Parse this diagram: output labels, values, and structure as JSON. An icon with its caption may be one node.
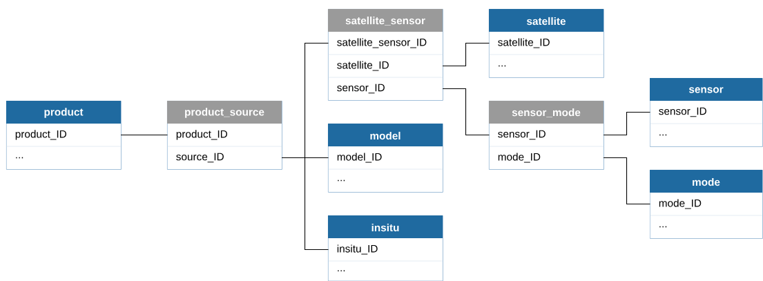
{
  "diagram": {
    "nodes": [
      {
        "text": [
          "product"
        ]
      },
      {
        "text": [
          "product_ID"
        ],
        "in": 0
      },
      {
        "text": [
          "..."
        ],
        "in": 0
      },
      {
        "text": [
          "product_source"
        ]
      },
      {
        "text": [
          "product_ID"
        ],
        "in": 3
      },
      {
        "text": [
          "source_ID"
        ],
        "in": 3
      },
      {
        "text": [
          "satellite_sensor"
        ]
      },
      {
        "text": [
          "satellite_sensor_ID"
        ],
        "in": 6
      },
      {
        "text": [
          "satellite_ID"
        ],
        "in": 6
      },
      {
        "text": [
          "sensor_ID"
        ],
        "in": 6
      },
      {
        "text": [
          "model"
        ]
      },
      {
        "text": [
          "model_ID"
        ],
        "in": 10
      },
      {
        "text": [
          "..."
        ],
        "in": 10
      },
      {
        "text": [
          "insitu"
        ]
      },
      {
        "text": [
          "insitu_ID"
        ],
        "in": 13
      },
      {
        "text": [
          "..."
        ],
        "in": 13
      },
      {
        "text": [
          "satellite"
        ]
      },
      {
        "text": [
          "satellite_ID"
        ],
        "in": 16
      },
      {
        "text": [
          "..."
        ],
        "in": 16
      },
      {
        "text": [
          "sensor_mode"
        ]
      },
      {
        "text": [
          "sensor_ID"
        ],
        "in": 19
      },
      {
        "text": [
          "mode_ID"
        ],
        "in": 19
      },
      {
        "text": [
          "sensor"
        ]
      },
      {
        "text": [
          "sensor_ID"
        ],
        "in": 22
      },
      {
        "text": [
          "..."
        ],
        "in": 22
      },
      {
        "text": [
          "mode"
        ]
      },
      {
        "text": [
          "mode_ID"
        ],
        "in": 25
      },
      {
        "text": [
          "..."
        ],
        "in": 25
      }
    ],
    "edges": [
      {
        "from": 1,
        "to": 4,
        "arrow": "none"
      },
      {
        "from": 5,
        "to": 7,
        "arrow": "none"
      },
      {
        "from": 5,
        "to": 11,
        "arrow": "none"
      },
      {
        "from": 5,
        "to": 14,
        "arrow": "none"
      },
      {
        "from": 8,
        "to": 17,
        "arrow": "none"
      },
      {
        "from": 9,
        "to": 20,
        "arrow": "none"
      },
      {
        "from": 20,
        "to": 23,
        "arrow": "none"
      },
      {
        "from": 21,
        "to": 26,
        "arrow": "none"
      }
    ]
  }
}
